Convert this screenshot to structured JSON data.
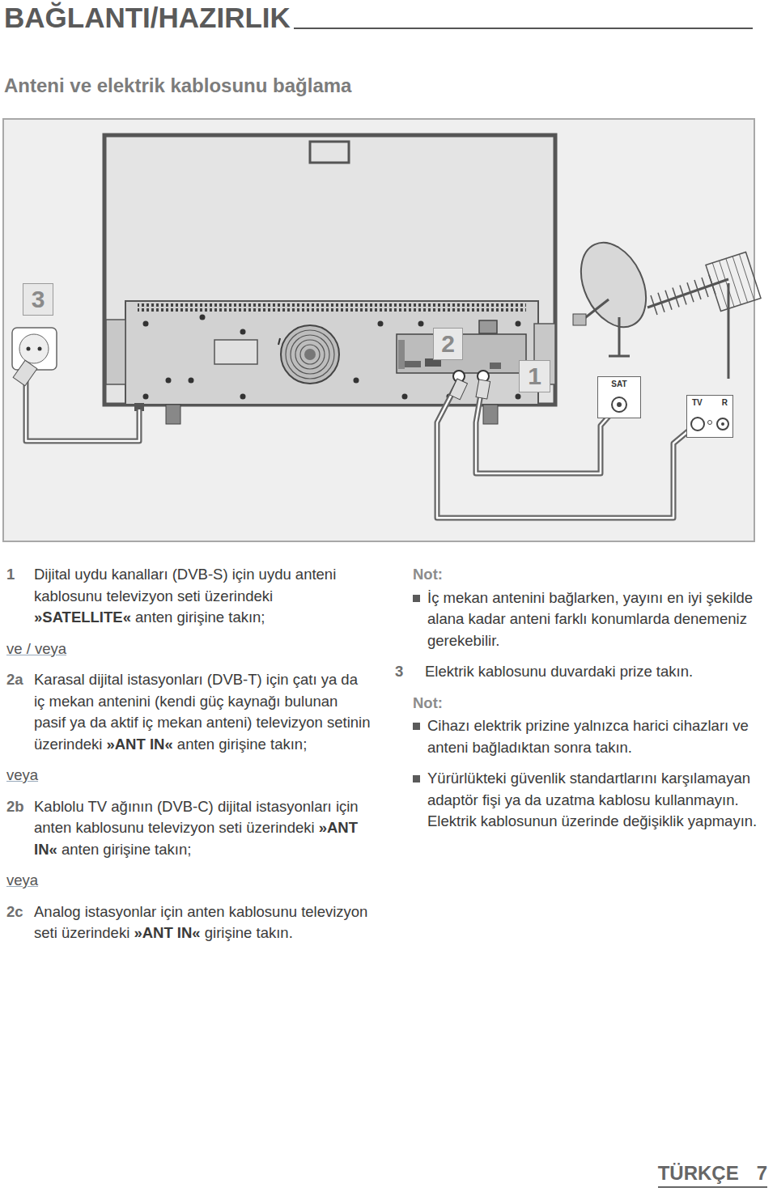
{
  "diagram": {
    "title": "BAĞLANTI/HAZIRLIK",
    "nodes": [
      {
        "text": [
          "3"
        ]
      },
      {
        "text": [
          "2"
        ]
      },
      {
        "text": [
          "1"
        ]
      },
      {
        "text": [
          "SAT"
        ]
      },
      {
        "text": [
          "TV",
          "R"
        ]
      }
    ],
    "labels": [
      "Anteni ve elektrik kablosunu bağlama",
      "1",
      "Dijital uydu kanalları (DVB-S) için uydu anteni kablosunu televizyon seti üzerindeki »SATELLITE« anten girişine takın;",
      "ve / veya",
      "2a",
      "Karasal dijital istasyonları (DVB-T) için çatı ya da iç mekan antenini (kendi güç kaynağı bulunan pasif ya da aktif iç mekan anteni) televizyon setinin üzerindeki »ANT IN« anten girişine takın;",
      "veya",
      "2b",
      "Kablolu TV ağının (DVB-C) dijital istasyonları için anten kablosunu televizyon seti üzerindeki »ANT IN« anten girişine takın;",
      "veya",
      "2c",
      "Analog istasyonlar için anten kablosunu televizyon seti üzerindeki »ANT IN« girişine takın.",
      "Not:",
      "İç mekan antenini bağlarken, yayını en iyi şekilde alana kadar anteni farklı konumlarda denemeniz gerekebilir.",
      "3",
      "Elektrik kablosunu duvardaki prize takın.",
      "Not:",
      "Cihazı elektrik prizine yalnızca harici cihazları ve anteni bağladıktan sonra takın.",
      "Yürürlükteki güvenlik standartlarını karşılamayan adaptör fişi ya da uzatma kablosu kullanmayın. Elektrik kablosunun üzerinde değişiklik yapmayın.",
      "TÜRKÇE",
      "7"
    ]
  }
}
